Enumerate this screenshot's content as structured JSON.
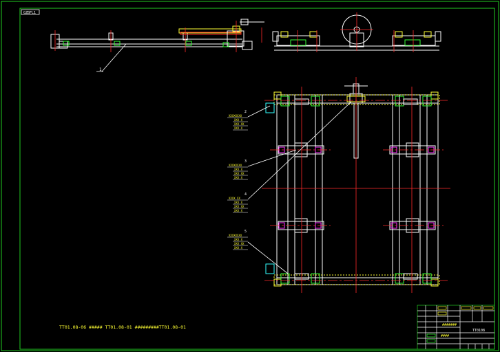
{
  "sheet_tag": "GZBFL1",
  "balloon_top_view": "1",
  "callouts": [
    {
      "number": "2",
      "lines": [
        "XXXXXXXX",
        "XXX X",
        "XXX XX",
        "XXX X"
      ]
    },
    {
      "number": "3",
      "lines": [
        "XXXXXXXX",
        "XXX X",
        "XXX XX",
        "XXX X"
      ]
    },
    {
      "number": "4",
      "lines": [
        "XXXX XX",
        "XXX X",
        "XXX XX",
        "XXX X"
      ]
    },
    {
      "number": "5",
      "lines": [
        "XXXXXXXX",
        "XXX X",
        "XXX XX",
        "XXX X"
      ]
    }
  ],
  "bottom_note": "TT01.08-06 ##### TT01.08-01 #########TT01.08-01",
  "title_block": {
    "drawing_no": "TT0108",
    "name": "#######",
    "company": "####"
  },
  "colors": {
    "frame": "#ffffff",
    "structure": "#ffffff",
    "centerline": "#ff2a2a",
    "accent_yellow": "#ffff33",
    "accent_green": "#33ff33",
    "accent_cyan": "#33ffff",
    "accent_magenta": "#ff33ff",
    "border_green": "#22cc22"
  }
}
